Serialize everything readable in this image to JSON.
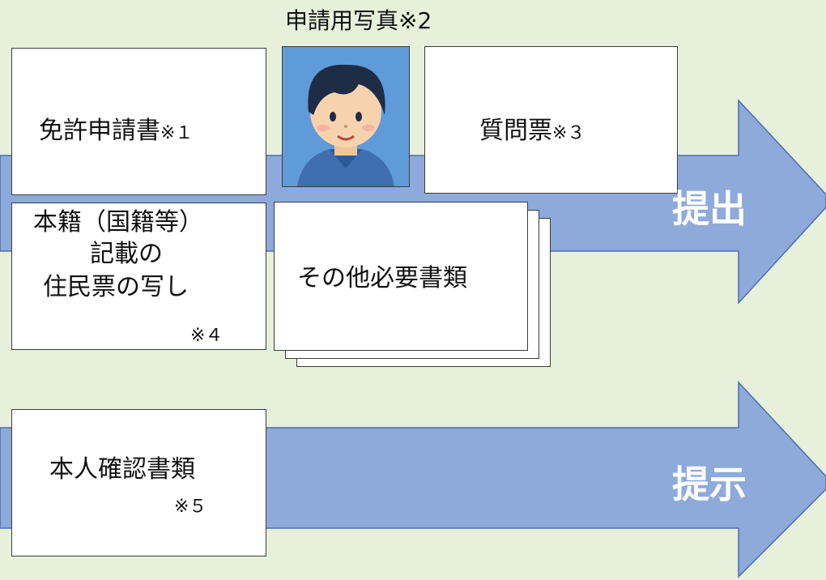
{
  "header": {
    "photo_caption": "申請用写真※2",
    "corner_text": "（"
  },
  "colors": {
    "background": "#e7f0da",
    "arrow_fill": "#8eaadb",
    "arrow_stroke": "#4a6fb0"
  },
  "submit": {
    "action_label": "提出",
    "application": {
      "label": "免許申請書",
      "note": "※１"
    },
    "photo": {
      "icon": "person-avatar-icon"
    },
    "questionnaire": {
      "label": "質問票",
      "note": "※３"
    },
    "resident_record": {
      "line1": "本籍（国籍等）",
      "line2": "記載の",
      "line3": "住民票の写し",
      "note": "※４"
    },
    "other_docs": {
      "label": "その他必要書類"
    }
  },
  "present": {
    "action_label": "提示",
    "id_docs": {
      "label": "本人確認書類",
      "note": "※５"
    }
  }
}
